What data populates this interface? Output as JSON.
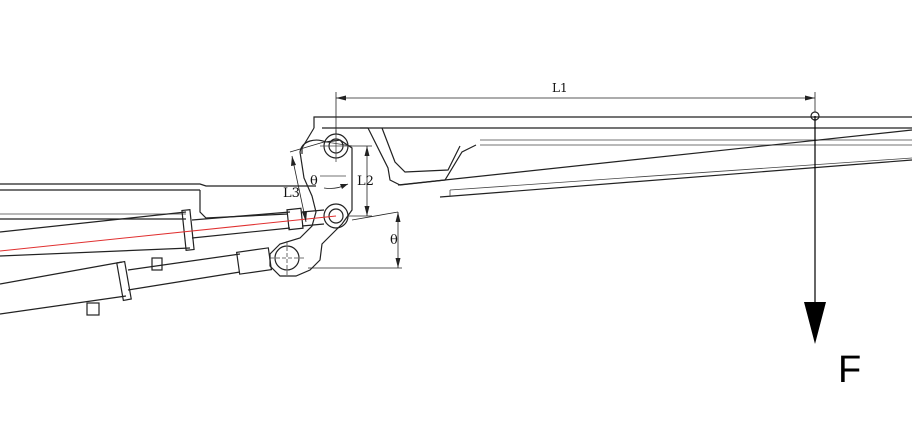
{
  "labels": {
    "l1": "L1",
    "l2": "L2",
    "l3": "L3",
    "theta_joint": "θ",
    "theta_angle": "θ",
    "force": "F"
  },
  "colors": {
    "line": "#222222",
    "centerline": "#e03030",
    "force_arrow": "#000000"
  }
}
